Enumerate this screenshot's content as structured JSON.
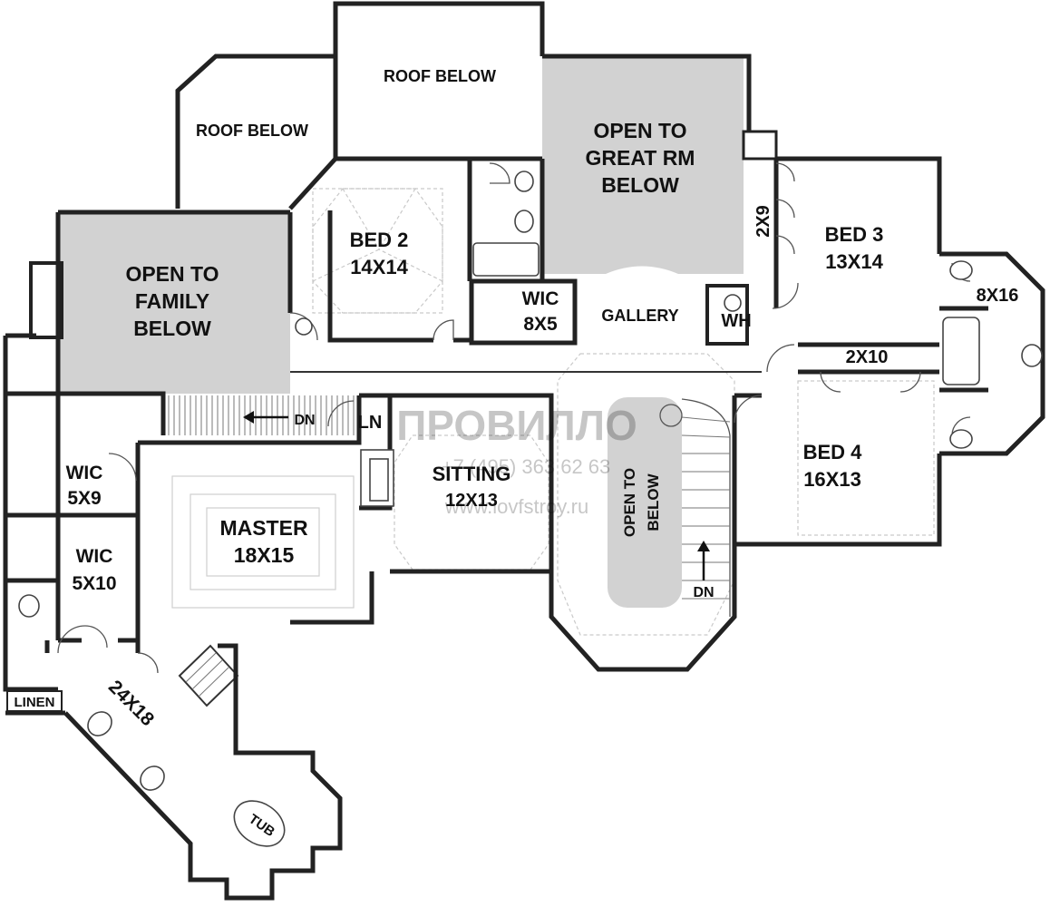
{
  "rooms": {
    "roof_below_left": "ROOF BELOW",
    "roof_below_top": "ROOF BELOW",
    "open_great_rm": [
      "OPEN TO",
      "GREAT RM",
      "BELOW"
    ],
    "open_family": [
      "OPEN TO",
      "FAMILY",
      "BELOW"
    ],
    "bed2": [
      "BED 2",
      "14X14"
    ],
    "bed3": [
      "BED 3",
      "13X14"
    ],
    "bed4": [
      "BED 4",
      "16X13"
    ],
    "master": [
      "MASTER",
      "18X15"
    ],
    "sitting": [
      "SITTING",
      "12X13"
    ],
    "wic_bed2": [
      "WIC",
      "8X5"
    ],
    "wic_left_upper": [
      "WIC",
      "5X9"
    ],
    "wic_left_lower": [
      "WIC",
      "5X10"
    ],
    "gallery": "GALLERY",
    "wh": "WH",
    "ln": "LN",
    "linen": "LINEN",
    "closet_2x9": "2X9",
    "closet_2x10": "2X10",
    "bath_8x16": "8X16",
    "master_bath": "24X18",
    "tub": "TUB",
    "open_to_below": [
      "OPEN TO",
      "BELOW"
    ],
    "dn_left": "DN",
    "dn_right": "DN"
  },
  "watermark": {
    "brand": "ПРОВИЛЛО",
    "phone": "+7 (495) 363 62 63",
    "site": "www.lovfstroy.ru"
  },
  "colors": {
    "open_area": "#d2d2d2",
    "walls": "#222222",
    "background": "#ffffff"
  }
}
